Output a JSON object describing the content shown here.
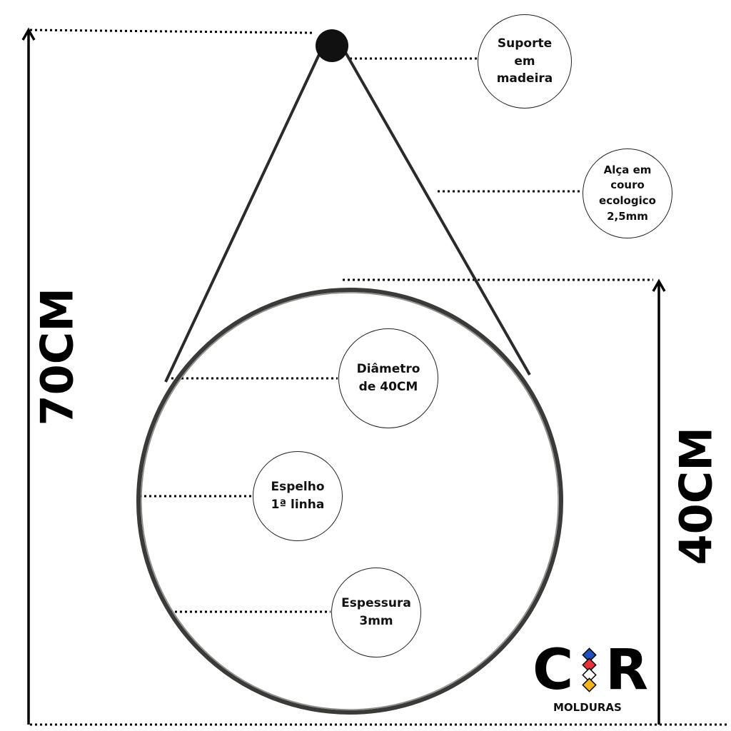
{
  "labels": {
    "suporte": "Suporte\nem\nmadeira",
    "alca": "Alça em\ncouro\necologico\n2,5mm",
    "diametro": "Diâmetro\nde 40CM",
    "espelho": "Espelho\n1ª linha",
    "espessura": "Espessura\n3mm"
  },
  "dimensions": {
    "total_height": "70CM",
    "mirror_height": "40CM"
  },
  "logo": {
    "left": "C",
    "right": "R",
    "subtitle": "MOLDURAS",
    "diamond_colors": [
      "#1f4fbf",
      "#e8323a",
      "#ffffff",
      "#f0b61a"
    ]
  }
}
